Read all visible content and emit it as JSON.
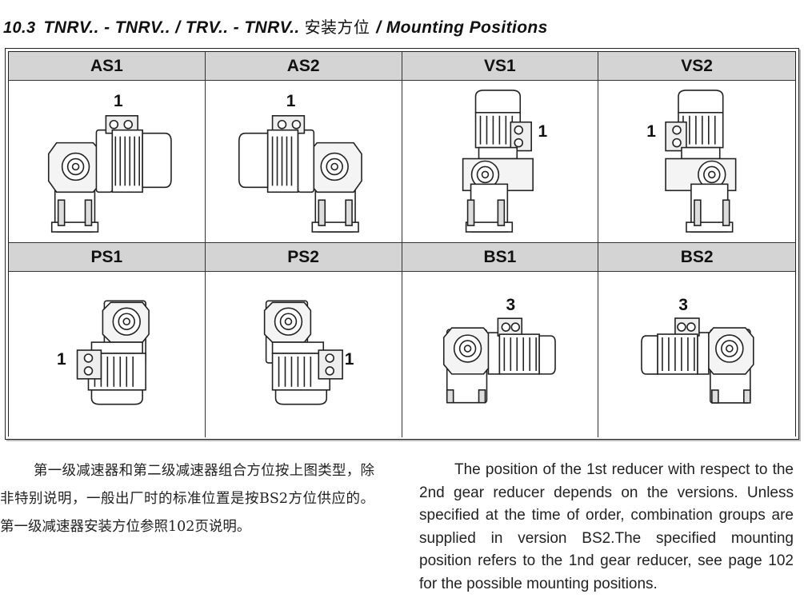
{
  "heading": {
    "number": "10.3",
    "models": "TNRV.. - TNRV..  /  TRV.. - TNRV..",
    "title_cn": "安装方位",
    "separator": "/",
    "title_en": "Mounting Positions"
  },
  "positions": [
    {
      "code": "AS1",
      "label": "1"
    },
    {
      "code": "AS2",
      "label": "1"
    },
    {
      "code": "VS1",
      "label": "1"
    },
    {
      "code": "VS2",
      "label": "1"
    },
    {
      "code": "PS1",
      "label": "1"
    },
    {
      "code": "PS2",
      "label": "1"
    },
    {
      "code": "BS1",
      "label": "3"
    },
    {
      "code": "BS2",
      "label": "3"
    }
  ],
  "text": {
    "cn": "第一级减速器和第二级减速器组合方位按上图类型，除非特别说明，一般出厂时的标准位置是按BS2方位供应的。第一级减速器安装方位参照102页说明。",
    "en": "The position of the 1st reducer with respect to the 2nd gear reducer depends on the versions. Unless  specified at the time of order, combination groups are supplied in version BS2.The specified mounting position refers to the 1nd gear reducer, see page 102 for the possible mounting positions."
  }
}
